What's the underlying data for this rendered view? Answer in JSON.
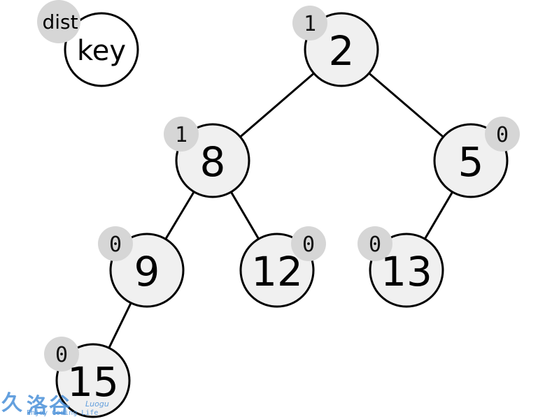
{
  "legend": {
    "dist_label": "dist",
    "key_label": "key"
  },
  "nodes": [
    {
      "id": "n2",
      "key": "2",
      "dist": "1",
      "badge_side": "left"
    },
    {
      "id": "n8",
      "key": "8",
      "dist": "1",
      "badge_side": "left"
    },
    {
      "id": "n5",
      "key": "5",
      "dist": "0",
      "badge_side": "right"
    },
    {
      "id": "n9",
      "key": "9",
      "dist": "0",
      "badge_side": "left"
    },
    {
      "id": "n12",
      "key": "12",
      "dist": "0",
      "badge_side": "right"
    },
    {
      "id": "n13",
      "key": "13",
      "dist": "0",
      "badge_side": "left"
    },
    {
      "id": "n15",
      "key": "15",
      "dist": "0",
      "badge_side": "left"
    }
  ],
  "edges": [
    [
      "n2",
      "n8"
    ],
    [
      "n2",
      "n5"
    ],
    [
      "n8",
      "n9"
    ],
    [
      "n8",
      "n12"
    ],
    [
      "n5",
      "n13"
    ],
    [
      "n9",
      "n15"
    ]
  ],
  "colors": {
    "node_fill": "#f0f0f0",
    "badge_fill": "#d6d6d6",
    "stroke": "#000000",
    "watermark": "#4a90d9"
  },
  "watermark": {
    "brand": "Luogu",
    "slogan": "Enjoy Coding Life",
    "name": "洛谷"
  }
}
